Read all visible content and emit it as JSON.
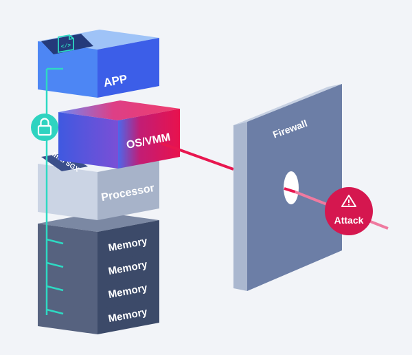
{
  "layers": {
    "app": "APP",
    "os": "OS/VMM",
    "processor": "Processor",
    "sgx": "Intel SGX",
    "memory": [
      "Memory",
      "Memory",
      "Memory",
      "Memory"
    ]
  },
  "firewall": {
    "label": "Firewall"
  },
  "attack": {
    "label": "Attack"
  },
  "icons": {
    "app": "code-file-icon",
    "lock": "lock-icon",
    "warning": "warning-triangle-icon"
  },
  "colors": {
    "background": "#f2f4f8",
    "app": "#3f6ff0",
    "os": "#e4144f",
    "processor": "#c9d3e4",
    "memory": "#3f4e6e",
    "firewall": "#6c7ea6",
    "attack": "#d5174f",
    "enclave_line": "#2ed9c3"
  }
}
